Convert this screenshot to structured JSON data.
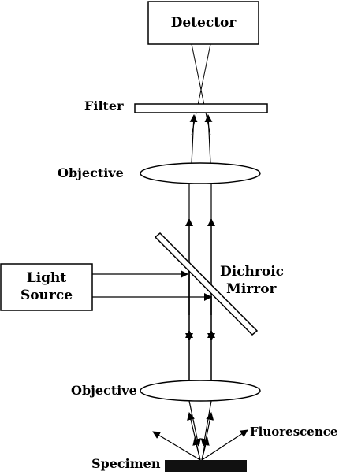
{
  "diagram": {
    "detector": "Detector",
    "filter": "Filter",
    "objective_top": "Objective",
    "objective_bottom": "Objective",
    "light_source": [
      "Light",
      "Source"
    ],
    "dichroic_mirror": [
      "Dichroic",
      "Mirror"
    ],
    "fluorescence": "Fluorescence",
    "specimen": "Specimen"
  }
}
